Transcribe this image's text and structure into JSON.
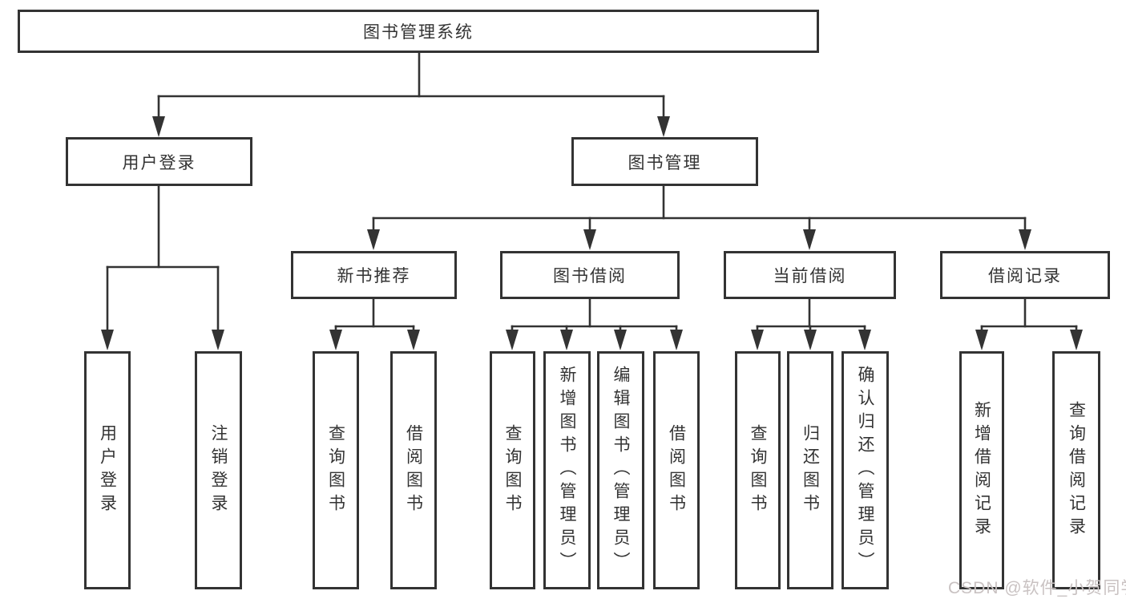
{
  "diagram": {
    "root": {
      "label": "图书管理系统",
      "children": [
        {
          "label": "用户登录",
          "children": [
            {
              "label": "用户登录"
            },
            {
              "label": "注销登录"
            }
          ]
        },
        {
          "label": "图书管理",
          "children": [
            {
              "label": "新书推荐",
              "children": [
                {
                  "label": "查询图书"
                },
                {
                  "label": "借阅图书"
                }
              ]
            },
            {
              "label": "图书借阅",
              "children": [
                {
                  "label": "查询图书"
                },
                {
                  "label": "新增图书（管理员）"
                },
                {
                  "label": "编辑图书（管理员）"
                },
                {
                  "label": "借阅图书"
                }
              ]
            },
            {
              "label": "当前借阅",
              "children": [
                {
                  "label": "查询图书"
                },
                {
                  "label": "归还图书"
                },
                {
                  "label": "确认归还（管理员）"
                }
              ]
            },
            {
              "label": "借阅记录",
              "children": [
                {
                  "label": "新增借阅记录"
                },
                {
                  "label": "查询借阅记录"
                }
              ]
            }
          ]
        }
      ]
    }
  },
  "watermark": {
    "text": "CSDN @软件_小贺同学"
  },
  "colors": {
    "line": "#333333",
    "box_border": "#333333",
    "box_fill": "#ffffff",
    "text": "#333333",
    "watermark": "#c9c2c2",
    "background": "#ffffff"
  }
}
